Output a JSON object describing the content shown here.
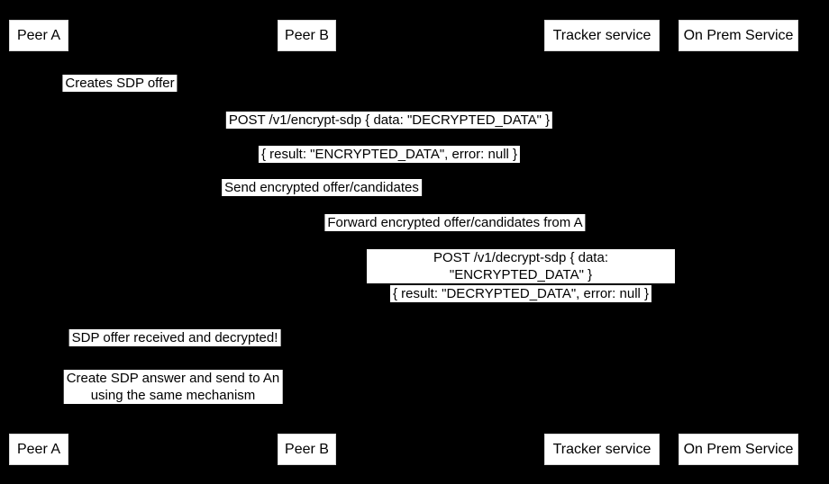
{
  "diagram": {
    "type": "sequence-diagram",
    "colors": {
      "background": "#000000",
      "box_fill": "#ffffff",
      "box_text": "#000000"
    },
    "participants": [
      {
        "label": "Peer A"
      },
      {
        "label": "Peer B"
      },
      {
        "label": "Tracker service"
      },
      {
        "label": "On Prem Service"
      }
    ],
    "messages": [
      {
        "text": "Creates SDP offer"
      },
      {
        "text": "POST /v1/encrypt-sdp { data: \"DECRYPTED_DATA\" }"
      },
      {
        "text": "{ result: \"ENCRYPTED_DATA\", error: null }"
      },
      {
        "text": "Send encrypted offer/candidates"
      },
      {
        "text": "Forward encrypted offer/candidates from A"
      },
      {
        "text": "POST /v1/decrypt-sdp { data: \"ENCRYPTED_DATA\" }"
      },
      {
        "text": "{ result: \"DECRYPTED_DATA\", error: null }"
      },
      {
        "text": "SDP offer received and decrypted!"
      },
      {
        "text": "Create SDP answer and send to An\nusing the same mechanism"
      }
    ]
  }
}
